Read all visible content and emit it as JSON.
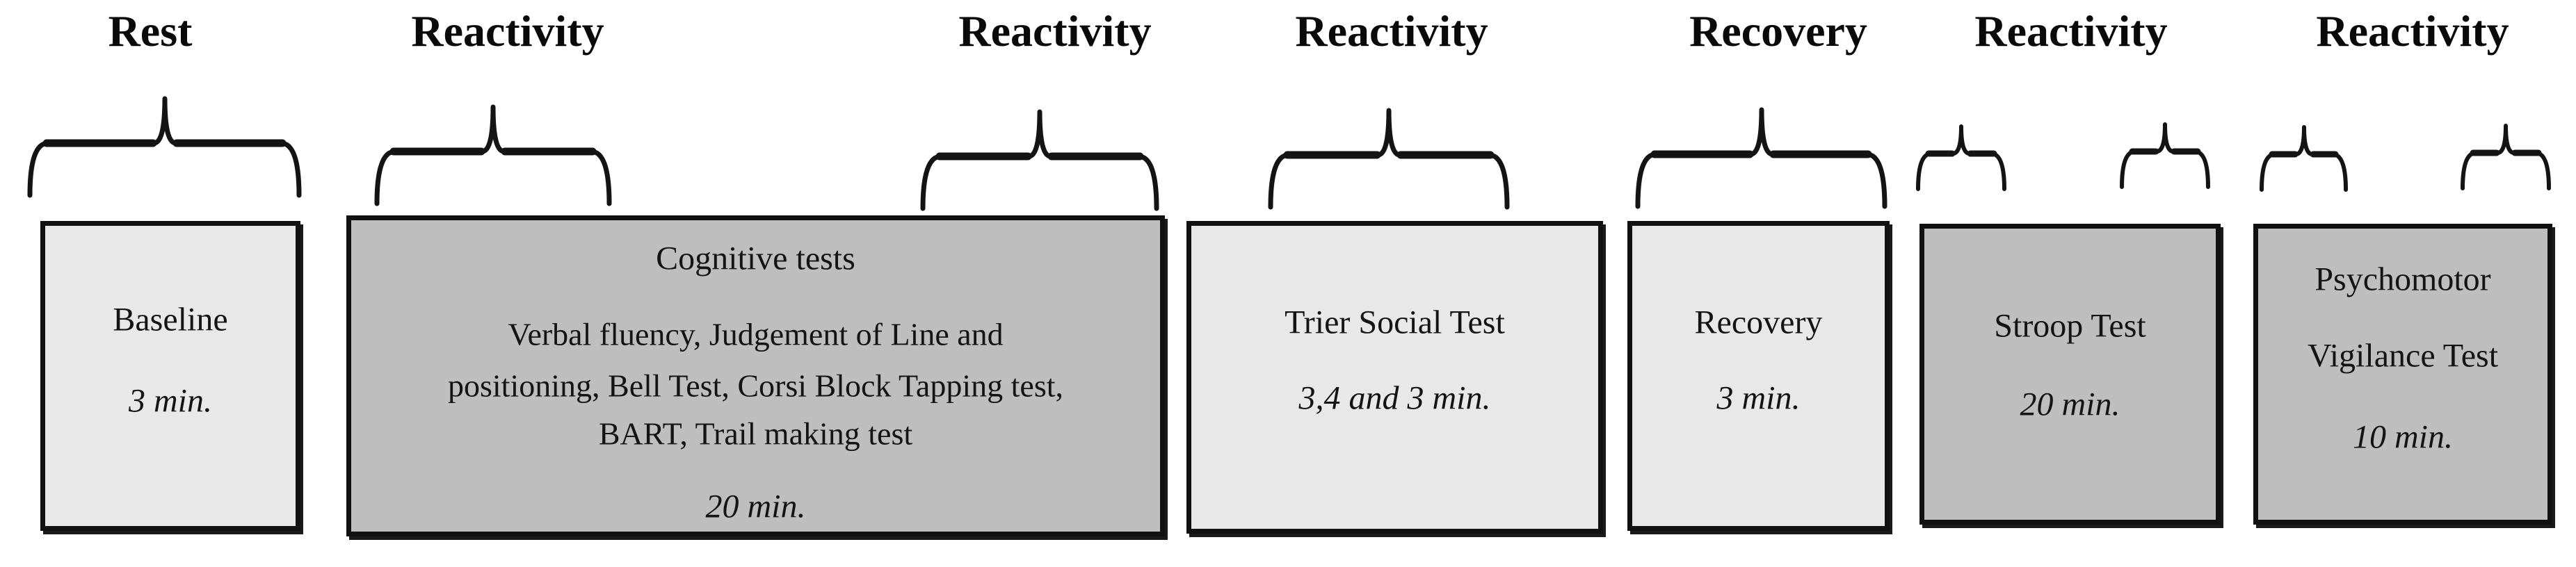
{
  "figure": {
    "phase_labels": [
      {
        "label": "Rest"
      },
      {
        "label": "Reactivity"
      },
      {
        "label": "Reactivity"
      },
      {
        "label": "Reactivity"
      },
      {
        "label": "Recovery"
      },
      {
        "label": "Reactivity"
      },
      {
        "label": "Reactivity"
      }
    ],
    "boxes": [
      {
        "title": "Baseline",
        "duration": "3 min.",
        "shade": "light"
      },
      {
        "title": "Cognitive tests",
        "details": [
          "Verbal fluency, Judgement of Line and",
          "positioning, Bell Test, Corsi Block Tapping test,",
          "BART, Trail making test"
        ],
        "duration": "20 min.",
        "shade": "dark"
      },
      {
        "title": "Trier Social Test",
        "duration": "3,4 and 3 min.",
        "shade": "light"
      },
      {
        "title": "Recovery",
        "duration": "3 min.",
        "shade": "light"
      },
      {
        "title": "Stroop Test",
        "duration": "20 min.",
        "shade": "dark"
      },
      {
        "title_lines": [
          "Psychomotor",
          "Vigilance Test"
        ],
        "duration": "10 min.",
        "shade": "dark"
      }
    ],
    "colors": {
      "light_box": "#e8e8e8",
      "dark_box": "#bebebe",
      "border": "#111111",
      "text": "#111111"
    }
  }
}
